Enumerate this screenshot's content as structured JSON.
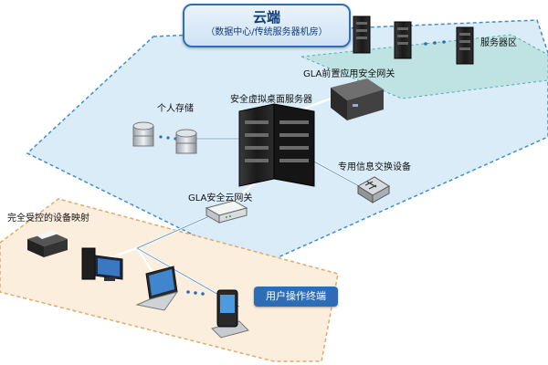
{
  "cloud": {
    "title": "云端",
    "subtitle": "（数据中心/传统服务器机房）"
  },
  "labels": {
    "server_zone": "服务器区",
    "front_gateway": "GLA前置应用安全网关",
    "personal_storage": "个人存储",
    "virtual_desktop_server": "安全虚拟桌面服务器",
    "info_exchange": "专用信息交换设备",
    "cloud_gateway": "GLA安全云网关",
    "device_mapping": "完全受控的设备映射",
    "user_terminal": "用户操作终端"
  },
  "colors": {
    "cloud_plane": "#d9ecf8",
    "cloud_border": "#3f8fd0",
    "server_zone_plane": "#bfe3e3",
    "terminal_plane": "#fbeedd",
    "terminal_border": "#e2a96b",
    "label_box": "#2c6db5"
  }
}
